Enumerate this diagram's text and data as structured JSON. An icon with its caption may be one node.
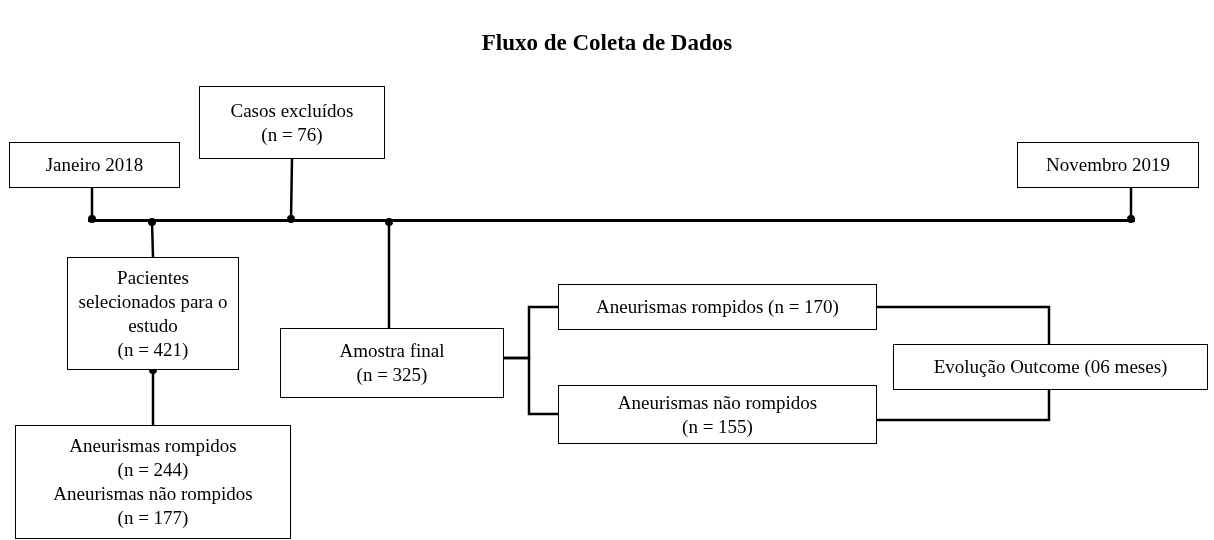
{
  "diagram": {
    "title": "Fluxo de Coleta de Dados",
    "nodes": [
      {
        "text": [
          "Casos excluídos",
          "(n = 76)"
        ]
      },
      {
        "text": [
          "Janeiro 2018"
        ]
      },
      {
        "text": [
          "Novembro 2019"
        ]
      },
      {
        "text": [],
        "shape": "bar"
      },
      {
        "text": [
          "Pacientes selecionados para o estudo",
          "(n = 421)"
        ]
      },
      {
        "text": [
          "Amostra final",
          "(n = 325)"
        ]
      },
      {
        "text": [
          "Aneurismas rompidos (n = 170)"
        ]
      },
      {
        "text": [
          "Aneurismas não rompidos",
          "(n = 155)"
        ]
      },
      {
        "text": [
          "Evolução Outcome (06 meses)"
        ]
      },
      {
        "text": [
          "Aneurismas rompidos",
          "(n = 244)",
          "Aneurismas não rompidos",
          "(n = 177)"
        ]
      }
    ],
    "edges": [
      {
        "from": 0,
        "to": 3,
        "arrow": "other"
      },
      {
        "from": 1,
        "to": 3,
        "arrow": "other"
      },
      {
        "from": 2,
        "to": 3,
        "arrow": "other"
      },
      {
        "from": 4,
        "to": 3,
        "arrow": "other"
      },
      {
        "from": 5,
        "to": 3,
        "arrow": "other"
      },
      {
        "from": 9,
        "to": 4,
        "arrow": "other"
      },
      {
        "from": 5,
        "to": 6,
        "arrow": "none"
      },
      {
        "from": 5,
        "to": 7,
        "arrow": "none"
      },
      {
        "from": 6,
        "to": 8,
        "arrow": "none"
      },
      {
        "from": 7,
        "to": 8,
        "arrow": "none"
      }
    ]
  }
}
